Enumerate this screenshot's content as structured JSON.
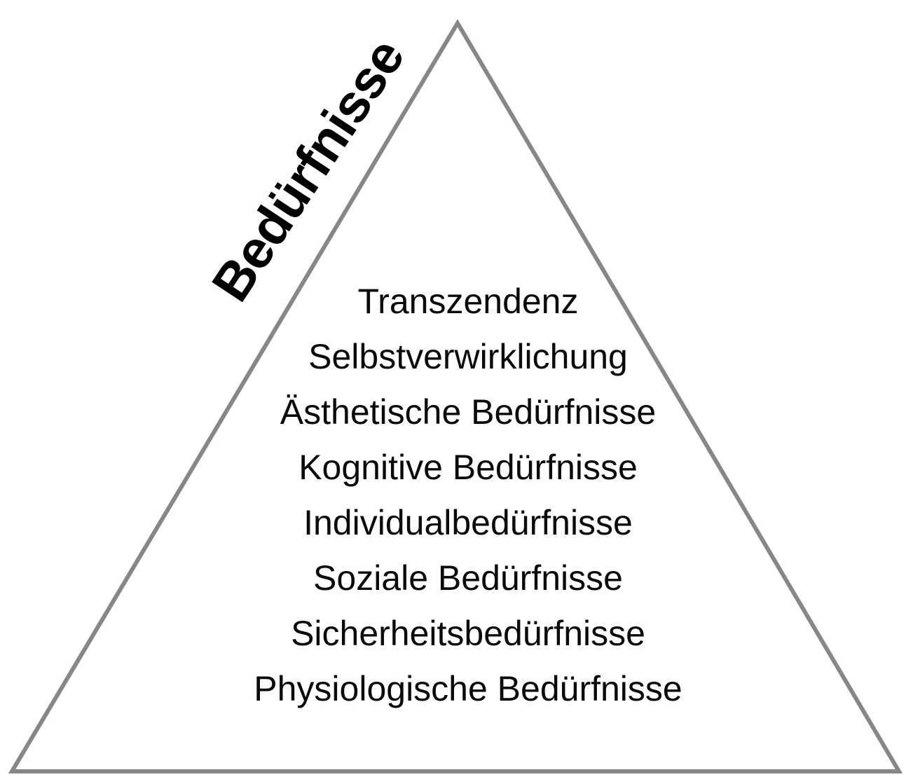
{
  "pyramid": {
    "type": "maslow-hierarchy-of-needs",
    "axis_label": "Bedürfnisse",
    "levels": [
      {
        "rank": 1,
        "label": "Transzendenz"
      },
      {
        "rank": 2,
        "label": "Selbstverwirklichung"
      },
      {
        "rank": 3,
        "label": "Ästhetische Bedürfnisse"
      },
      {
        "rank": 4,
        "label": "Kognitive Bedürfnisse"
      },
      {
        "rank": 5,
        "label": "Individualbedürfnisse"
      },
      {
        "rank": 6,
        "label": "Soziale Bedürfnisse"
      },
      {
        "rank": 7,
        "label": "Sicherheitsbedürfnisse"
      },
      {
        "rank": 8,
        "label": "Physiologische Bedürfnisse"
      }
    ],
    "colors": {
      "outline": "#85878a",
      "level_text": "#0a0a0a",
      "axis_label_text": "#000000"
    }
  }
}
